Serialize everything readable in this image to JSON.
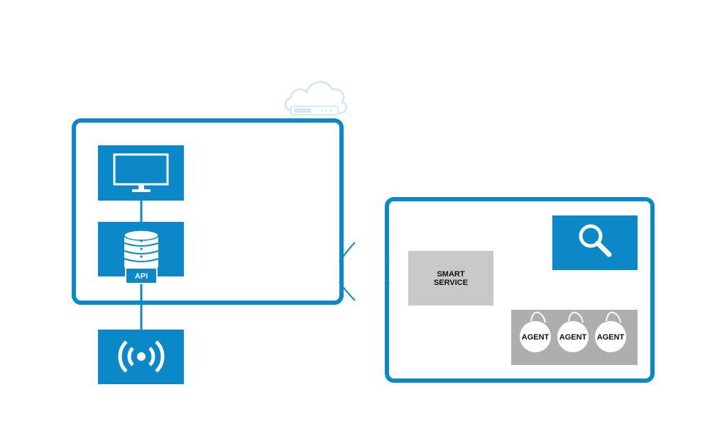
{
  "colors": {
    "blue": "#0a88c8",
    "gray": "#c8c8c8",
    "dark_gray": "#aeaeae",
    "cloud": "#d6e8f4",
    "white": "#ffffff",
    "text_dark": "#111111"
  },
  "left_panel": {
    "monitor": {
      "icon": "monitor-icon"
    },
    "database": {
      "icon": "database-icon",
      "badge": "API"
    },
    "sensor": {
      "icon": "wireless-signal-icon"
    }
  },
  "cloud": {
    "icon": "cloud-server-icon"
  },
  "right_panel": {
    "smart_service": {
      "line1": "SMART",
      "line2": "SERVICE"
    },
    "search": {
      "icon": "magnifier-icon"
    },
    "agents": [
      "AGENT",
      "AGENT",
      "AGENT"
    ]
  }
}
